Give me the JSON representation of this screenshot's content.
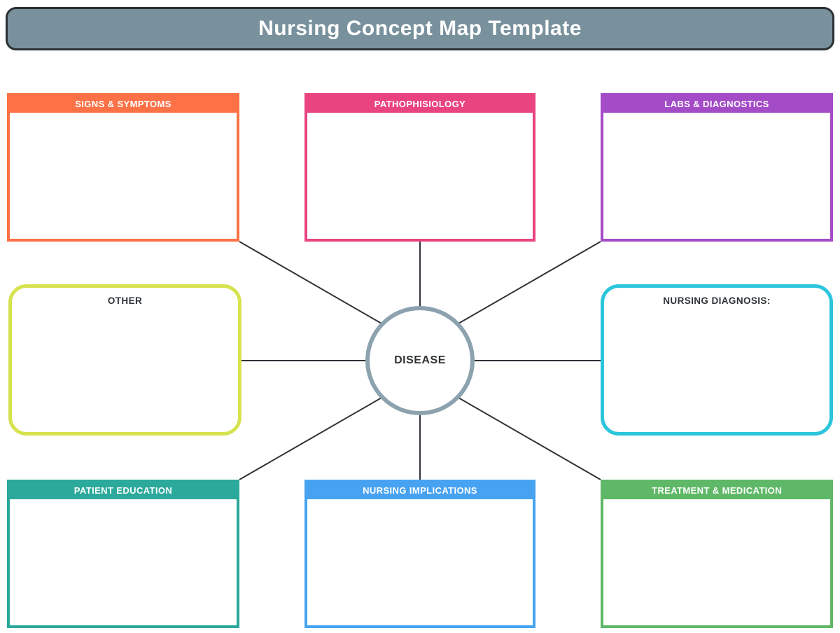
{
  "page": {
    "title": "Nursing Concept Map Template"
  },
  "center": {
    "label": "DISEASE",
    "border_color": "#8CA2AE"
  },
  "boxes": [
    {
      "id": "signs-symptoms",
      "label": "SIGNS & SYMPTOMS",
      "color": "#FC7246"
    },
    {
      "id": "pathophisiology",
      "label": "PATHOPHISIOLOGY",
      "color": "#E94480"
    },
    {
      "id": "labs-diagnostics",
      "label": "LABS & DIAGNOSTICS",
      "color": "#A44BC8"
    },
    {
      "id": "other",
      "label": "OTHER",
      "color": "#D6E24E"
    },
    {
      "id": "nursing-diagnosis",
      "label": "NURSING DIAGNOSIS:",
      "color": "#2BC5DC"
    },
    {
      "id": "patient-education",
      "label": "PATIENT EDUCATION",
      "color": "#2BA99B"
    },
    {
      "id": "nursing-implications",
      "label": "NURSING IMPLICATIONS",
      "color": "#47A2F1"
    },
    {
      "id": "treatment-medication",
      "label": "TREATMENT & MEDICATION",
      "color": "#5FB867"
    }
  ],
  "colors": {
    "title_bar_bg": "#78919D",
    "title_bar_border": "#2A3135",
    "title_text": "#FFFFFF",
    "box_title_text_dark": "#2F3437",
    "connector_line": "#2F3338",
    "background": "#FFFFFF"
  }
}
